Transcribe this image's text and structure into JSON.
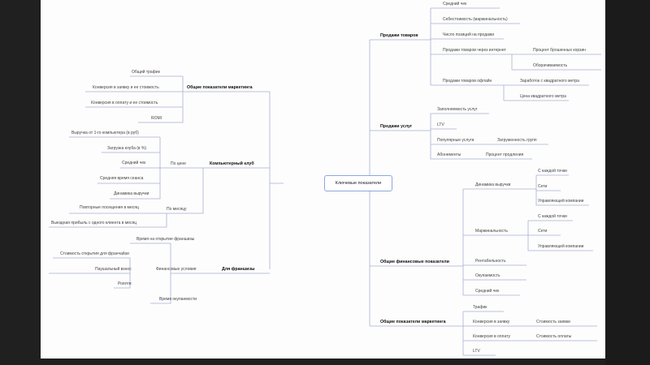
{
  "center": "Ключевые показатели",
  "right": {
    "goods": {
      "title": "Продажи товаров",
      "items": [
        "Средний чек",
        "Себестоимость (маржинальность)",
        "Число позиций на продажи",
        "Продажи товаров через интернет",
        "Процент брошенных корзин",
        "Оборачиваемость",
        "Продажи товаров офлайн",
        "Заработок с квадратного метра",
        "Цена квадратного метра"
      ]
    },
    "services": {
      "title": "Продажи услуг",
      "items": [
        "Заполняемость услуг",
        "LTV",
        "Популярные услуги",
        "Загруженность групп",
        "Абонементы",
        "Процент продления"
      ]
    },
    "finance": {
      "title": "Общие финансовые показатели",
      "items": [
        "Динамика выручки",
        "С каждой точки",
        "Сети",
        "Управляющей компании",
        "Маржинальность",
        "С каждой точки",
        "Сети",
        "Управляющей компании",
        "Рентабельность",
        "Окупаемость",
        "Средний чек"
      ]
    },
    "marketing": {
      "title": "Общие показатели маркетинга",
      "items": [
        "Трафик",
        "Конверсия в заявку",
        "Стоимость заявки",
        "Конверсия в оплату",
        "Стоимость оплаты",
        "LTV"
      ]
    }
  },
  "left": {
    "marketing": {
      "title": "Общие показатели маркетинга",
      "items": [
        "Общий трафик",
        "Конверсия в заявку и ее стоимость",
        "Конверсия в оплату и ее стоимость",
        "ROMI"
      ]
    },
    "club": {
      "title": "Компьютерный клуб",
      "items": [
        "По цене",
        "Выручка от 1-го компьютера (в руб)",
        "Загрузка клуба (в %)",
        "Средний чек",
        "Средняя время сеанса",
        "Динамика выручки",
        "По месяцу",
        "Повторные посещения в месяц",
        "Выездная прибыль с одного клиента в месяц"
      ]
    },
    "franchise": {
      "title": "Для франшизы",
      "items": [
        "Время на открытие франшизы",
        "Финансовые условия",
        "Стоимость открытия для франчайзи",
        "Паушальный взнос",
        "Роялти",
        "Время окупаемости"
      ]
    }
  }
}
